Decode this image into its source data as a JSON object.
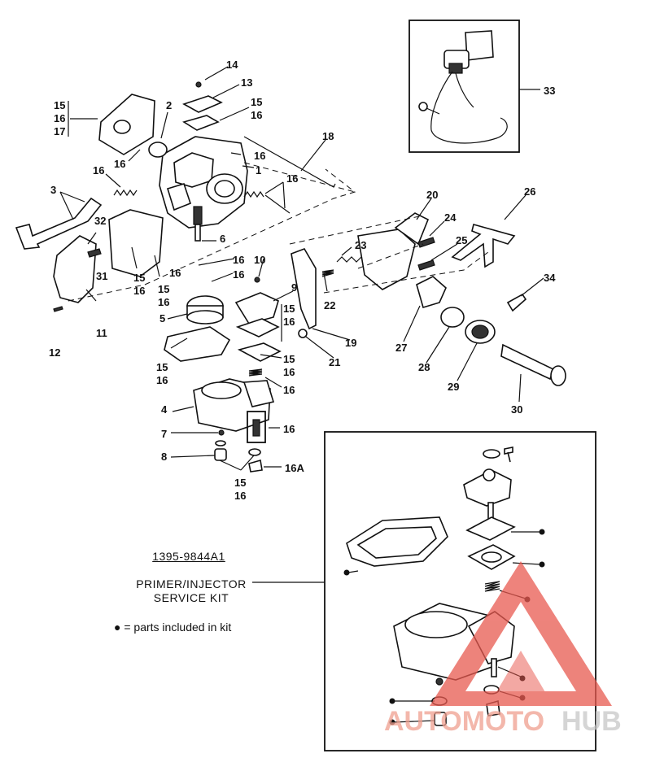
{
  "callouts": {
    "c1": "1",
    "c2": "2",
    "c3": "3",
    "c4": "4",
    "c5": "5",
    "c6": "6",
    "c7": "7",
    "c8": "8",
    "c9": "9",
    "c10": "10",
    "c11": "11",
    "c12": "12",
    "c13": "13",
    "c14": "14",
    "c15": "15",
    "c16": "16",
    "c17": "17",
    "c16a": "16A",
    "c18": "18",
    "c19": "19",
    "c20": "20",
    "c21": "21",
    "c22": "22",
    "c23": "23",
    "c24": "24",
    "c25": "25",
    "c26": "26",
    "c27": "27",
    "c28": "28",
    "c29": "29",
    "c30": "30",
    "c31": "31",
    "c32": "32",
    "c33": "33",
    "c34": "34"
  },
  "kit": {
    "code": "1395-9844A1",
    "title_line1": "PRIMER/INJECTOR",
    "title_line2": "SERVICE KIT",
    "note": "● = parts included in kit"
  },
  "watermark": {
    "part1": "AUTOMOTO",
    "part2": "HUB",
    "color_primary": "#f0a090",
    "color_secondary": "#c8c8c8",
    "color_logo": "#e85a50"
  }
}
